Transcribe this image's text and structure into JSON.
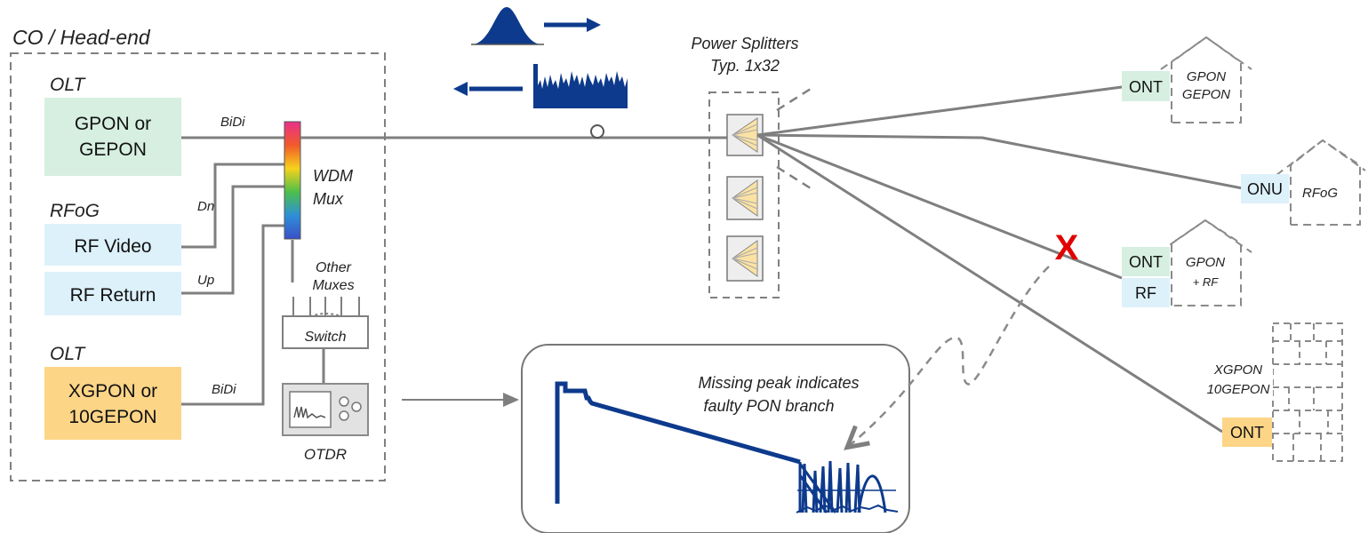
{
  "central_office": {
    "title": "CO / Head-end",
    "olt_top_label": "OLT",
    "gpon_box": [
      "GPON or",
      "GEPON"
    ],
    "bidi_top": "BiDi",
    "rfog_label": "RFoG",
    "rf_video": "RF Video",
    "rf_return": "RF Return",
    "dn_label": "Dn",
    "up_label": "Up",
    "olt_bottom_label": "OLT",
    "xgpon_box": [
      "XGPON or",
      "10GEPON"
    ],
    "bidi_bottom": "BiDi",
    "wdm_label": [
      "WDM",
      "Mux"
    ],
    "other_muxes": [
      "Other",
      "Muxes"
    ],
    "switch_label": "Switch",
    "otdr_label": "OTDR"
  },
  "splitters": {
    "label": [
      "Power Splitters",
      "Typ. 1x32"
    ]
  },
  "trace_note": [
    "Missing peak indicates",
    "faulty PON branch"
  ],
  "fault_marker": "X",
  "endpoints": {
    "ont_gpon": {
      "box": "ONT",
      "house": [
        "GPON",
        "GEPON"
      ]
    },
    "onu_rfog": {
      "box": "ONU",
      "house": [
        "RFoG"
      ]
    },
    "ont_rf": {
      "box_top": "ONT",
      "box_bottom": "RF",
      "house": [
        "GPON",
        "+ RF"
      ]
    },
    "ont_xgpon": {
      "box": "ONT",
      "building": [
        "XGPON",
        "10GEPON"
      ]
    }
  },
  "colors": {
    "gpon_green": "#d6efe1",
    "rf_blue": "#ddf1fb",
    "xgpon_orange": "#fdd587",
    "fiber_gray": "#7f7f7f",
    "trace_blue": "#0d3a8c",
    "fault_red": "#e00000",
    "splitter_fill": "#fbe2a4"
  }
}
